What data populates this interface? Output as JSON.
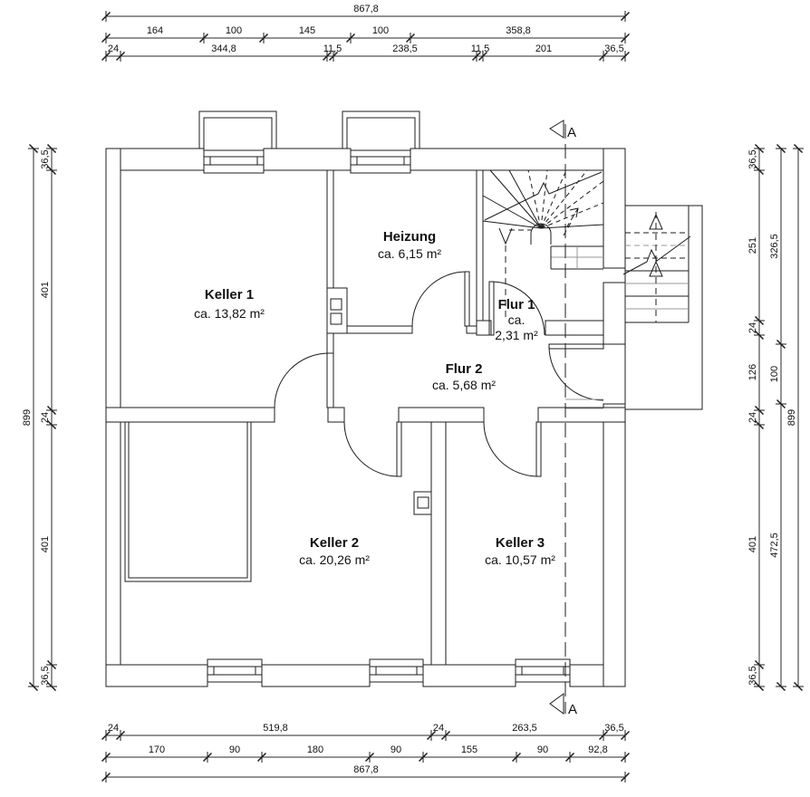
{
  "plan": {
    "type": "basement-floorplan",
    "rooms": [
      {
        "name": "Keller 1",
        "area": "ca. 13,82 m²"
      },
      {
        "name": "Heizung",
        "area": "ca. 6,15 m²"
      },
      {
        "name": "Flur 1",
        "area_prefix": "ca.",
        "area_value": "2,31 m²"
      },
      {
        "name": "Flur 2",
        "area": "ca. 5,68 m²"
      },
      {
        "name": "Keller 2",
        "area": "ca. 20,26 m²"
      },
      {
        "name": "Keller 3",
        "area": "ca. 10,57 m²"
      }
    ],
    "section_marker": {
      "top": "A",
      "bottom": "A"
    }
  },
  "dimensions": {
    "top": {
      "total": "867,8",
      "row2": [
        "164",
        "100",
        "145",
        "100",
        "358,8"
      ],
      "row3": [
        "24",
        "344,8",
        "11,5",
        "238,5",
        "11,5",
        "201",
        "36,5"
      ]
    },
    "bottom": {
      "row1": [
        "24",
        "519,8",
        "24",
        "263,5",
        "36,5"
      ],
      "row2": [
        "170",
        "90",
        "180",
        "90",
        "155",
        "90",
        "92,8"
      ],
      "total": "867,8"
    },
    "left": {
      "outer": "899",
      "inner": [
        "36,5",
        "401",
        "24",
        "401",
        "36,5"
      ]
    },
    "right": {
      "inner": [
        "36,5",
        "251",
        "24",
        "126",
        "24",
        "401",
        "36,5"
      ],
      "middle": [
        "326,5",
        "100",
        "472,5"
      ],
      "outer": "899"
    }
  },
  "colors": {
    "line": "#1c1c1c",
    "muted": "#999999",
    "background": "#ffffff"
  }
}
